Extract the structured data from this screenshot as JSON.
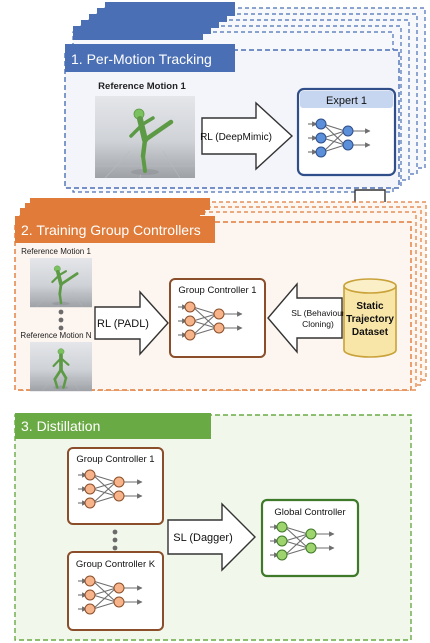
{
  "sections": {
    "tracking": {
      "title": "1. Per-Motion Tracking",
      "reference_label": "Reference Motion 1",
      "arrow_label": "RL (DeepMimic)",
      "expert_label": "Expert 1"
    },
    "group": {
      "title": "2. Training Group Controllers",
      "ref_top_label": "Reference Motion 1",
      "ref_bottom_label": "Reference Motion N",
      "arrow_label": "RL (PADL)",
      "controller_label": "Group Controller 1",
      "sl_label_line1": "SL (Behaviour",
      "sl_label_line2": "Cloning)",
      "dataset_line1": "Static",
      "dataset_line2": "Trajectory",
      "dataset_line3": "Dataset"
    },
    "distill": {
      "title": "3. Distillation",
      "group_top_label": "Group Controller 1",
      "group_bottom_label": "Group Controller K",
      "arrow_label": "SL (Dagger)",
      "global_label": "Global Controller"
    }
  },
  "colors": {
    "blue": "#4a6fb5",
    "blue_fill": "#f3f5fb",
    "blue_node": "#5b8fd9",
    "orange": "#e07b39",
    "orange_fill": "#fdf5ef",
    "orange_node": "#f7b48a",
    "brown": "#8a4f2a",
    "green": "#6aaa45",
    "green_fill": "#f2f7ec",
    "green_node": "#9ed46e",
    "dataset_fill": "#f8e6a8",
    "dataset_stroke": "#c9a23a",
    "robot": "#7bc160",
    "floor": "#a6a9ad"
  },
  "icons": {
    "reference_image": "green-humanoid-kick-icon",
    "network": "neural-network-icon",
    "dataset": "database-cylinder-icon",
    "ellipsis": "vertical-ellipsis-icon"
  }
}
